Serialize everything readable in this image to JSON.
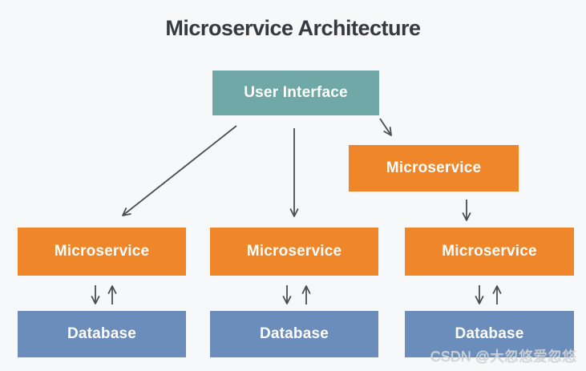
{
  "title": "Microservice Architecture",
  "watermark": "CSDN @大忽悠爱忽悠",
  "colors": {
    "background": "#F7F8F9",
    "node_user_interface": "#6FA8A6",
    "node_microservice": "#F0862A",
    "node_database": "#6A8DBB",
    "arrow": "#4D4D4D",
    "title_text": "#343A40",
    "node_text": "#FFFFFF"
  },
  "diagram": {
    "nodes": [
      {
        "id": "user-interface",
        "label": "User Interface",
        "type": "ui"
      },
      {
        "id": "microservice-gateway",
        "label": "Microservice",
        "type": "microservice"
      },
      {
        "id": "microservice-left",
        "label": "Microservice",
        "type": "microservice"
      },
      {
        "id": "microservice-middle",
        "label": "Microservice",
        "type": "microservice"
      },
      {
        "id": "microservice-right",
        "label": "Microservice",
        "type": "microservice"
      },
      {
        "id": "database-left",
        "label": "Database",
        "type": "database"
      },
      {
        "id": "database-middle",
        "label": "Database",
        "type": "database"
      },
      {
        "id": "database-right",
        "label": "Database",
        "type": "database"
      }
    ],
    "edges": [
      {
        "from": "user-interface",
        "to": "microservice-left",
        "style": "arrow"
      },
      {
        "from": "user-interface",
        "to": "microservice-middle",
        "style": "arrow"
      },
      {
        "from": "user-interface",
        "to": "microservice-gateway",
        "style": "arrow"
      },
      {
        "from": "microservice-gateway",
        "to": "microservice-right",
        "style": "arrow"
      },
      {
        "from": "microservice-left",
        "to": "database-left",
        "style": "bidirectional"
      },
      {
        "from": "microservice-middle",
        "to": "database-middle",
        "style": "bidirectional"
      },
      {
        "from": "microservice-right",
        "to": "database-right",
        "style": "bidirectional"
      }
    ]
  }
}
